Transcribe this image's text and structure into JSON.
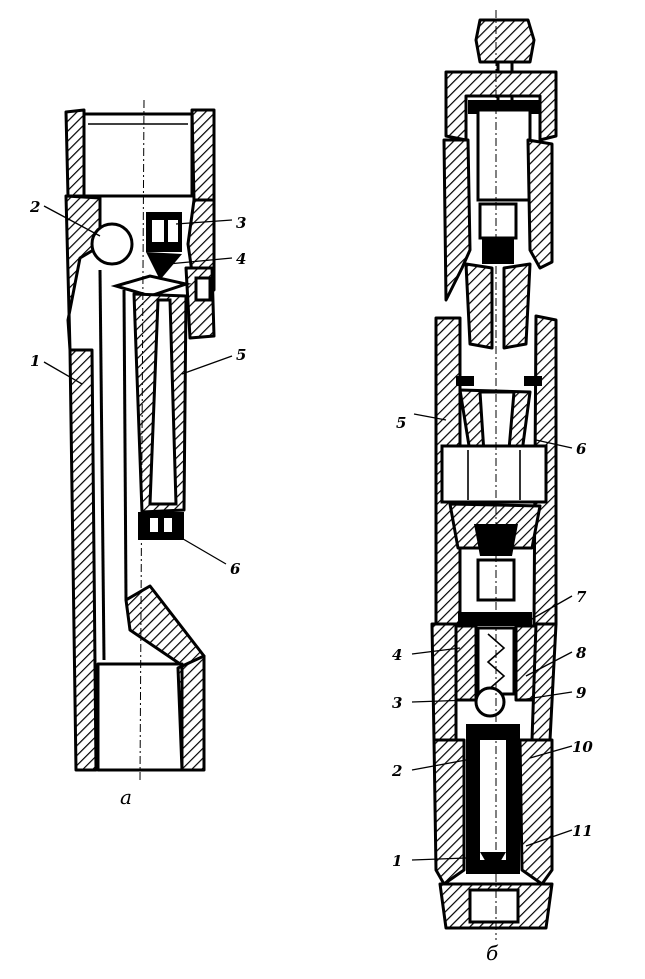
{
  "figure_a": {
    "caption": "a",
    "labels": [
      "1",
      "2",
      "3",
      "4",
      "5",
      "6"
    ]
  },
  "figure_b": {
    "caption": "б",
    "labels": [
      "1",
      "2",
      "3",
      "4",
      "5",
      "6",
      "7",
      "8",
      "9",
      "10",
      "11"
    ]
  }
}
